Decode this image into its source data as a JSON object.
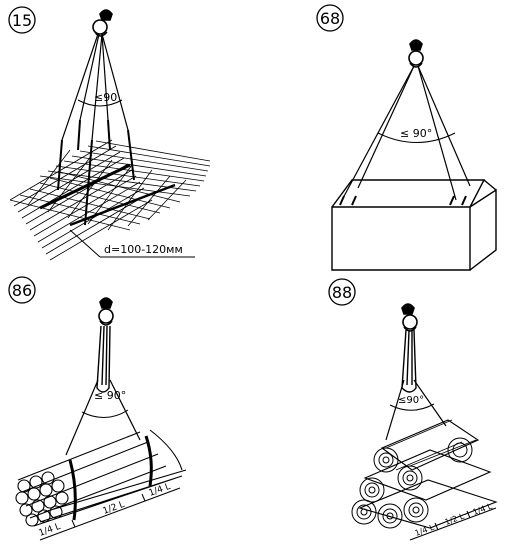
{
  "panels": [
    {
      "number": "15",
      "angle": "≤90"
    },
    {
      "number": "68",
      "angle": "≤ 90°"
    },
    {
      "number": "86",
      "angle": "≤ 90°"
    },
    {
      "number": "88",
      "angle": "≤90°"
    }
  ],
  "panel1": {
    "dimension": "d=100-120мм"
  },
  "panel3": {
    "segments": [
      "1/4 L",
      "1/2 L",
      "1/4 L"
    ]
  },
  "panel4": {
    "segments": [
      "1/4 L",
      "1/2 L",
      "1/4 L"
    ]
  }
}
